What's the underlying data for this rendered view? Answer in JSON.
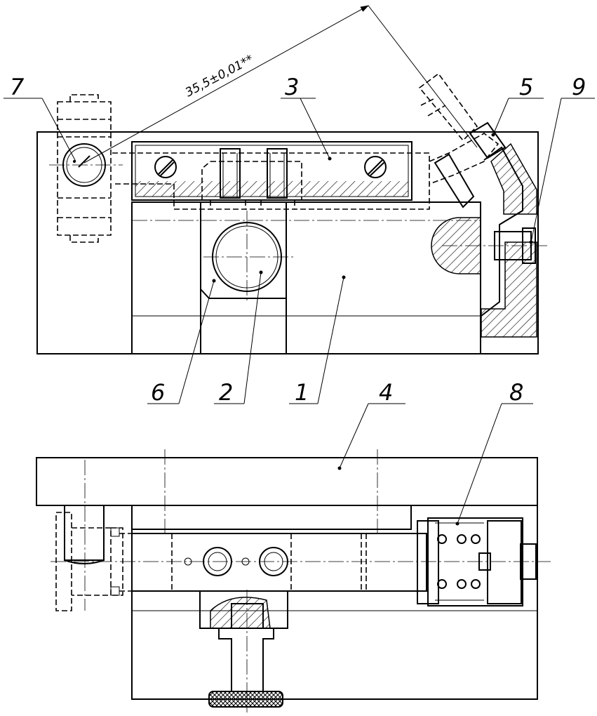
{
  "dimension_text": "35,5±0,01**",
  "callouts": [
    {
      "id": "label-1",
      "text": "1"
    },
    {
      "id": "label-2",
      "text": "2"
    },
    {
      "id": "label-3",
      "text": "3"
    },
    {
      "id": "label-4",
      "text": "4"
    },
    {
      "id": "label-5",
      "text": "5"
    },
    {
      "id": "label-6",
      "text": "6"
    },
    {
      "id": "label-7",
      "text": "7"
    },
    {
      "id": "label-8",
      "text": "8"
    },
    {
      "id": "label-9",
      "text": "9"
    }
  ]
}
